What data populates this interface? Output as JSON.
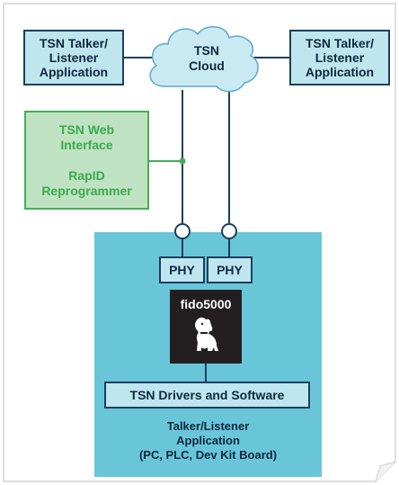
{
  "colors": {
    "board_fill": "#69c6d9",
    "box_fill": "#bfe6ef",
    "box_border": "#1b3f5e",
    "green_fill": "#bfe3c2",
    "green_border": "#43b056",
    "green_text": "#3aaa4b",
    "chip_fill": "#231f20",
    "cloud_fill": "#c9eaf3"
  },
  "talker_left": {
    "label": "TSN Talker/\nListener\nApplication"
  },
  "talker_right": {
    "label": "TSN Talker/\nListener\nApplication"
  },
  "cloud": {
    "label": "TSN\nCloud"
  },
  "web": {
    "label": "TSN Web\nInterface\n\nRapID\nReprogrammer"
  },
  "phy_left": {
    "label": "PHY"
  },
  "phy_right": {
    "label": "PHY"
  },
  "fido": {
    "label": "fido5000",
    "icon": "dog-icon"
  },
  "drivers": {
    "label": "TSN Drivers and Software"
  },
  "board": {
    "label": "Talker/Listener\nApplication\n(PC, PLC, Dev Kit Board)"
  }
}
